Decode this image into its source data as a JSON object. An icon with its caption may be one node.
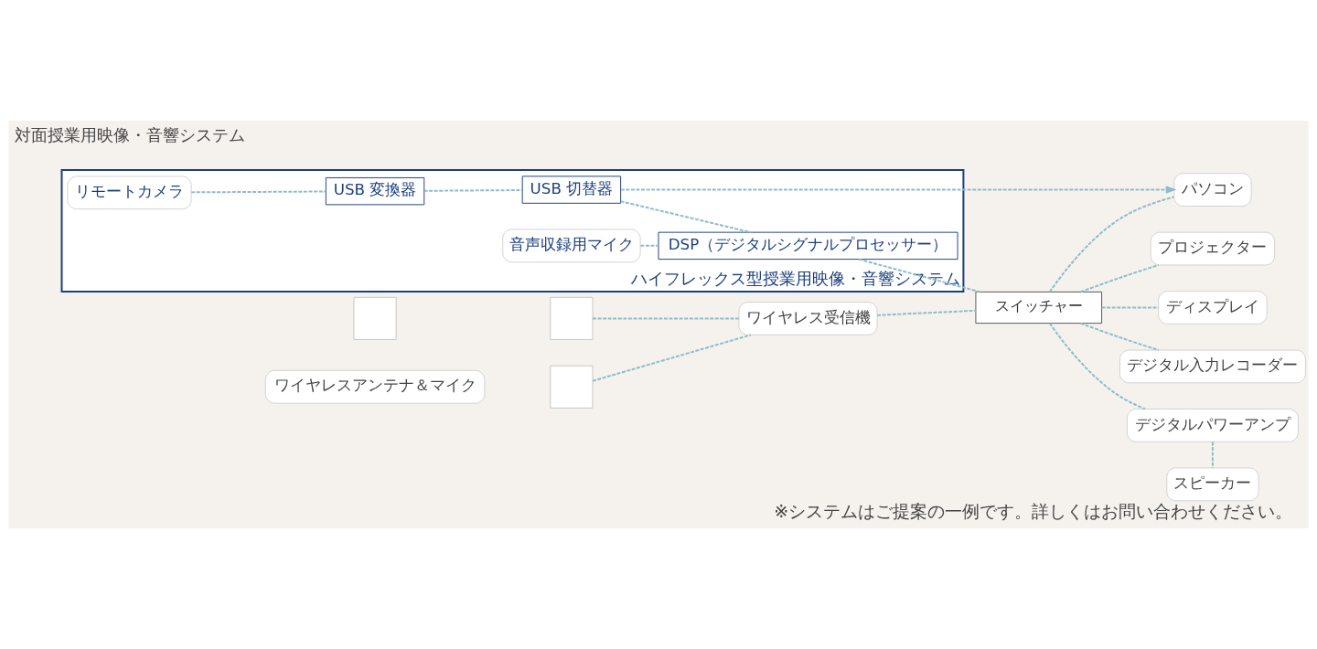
{
  "diagram": {
    "nodes": [
      {
        "text": [
          "ハイフレックス型授業用映像・音響システム"
        ]
      },
      {
        "text": [
          "リモートカメラ"
        ],
        "in": 0
      },
      {
        "text": [
          "USB 変換器"
        ],
        "in": 0
      },
      {
        "text": [
          "USB 切替器"
        ],
        "in": 0
      },
      {
        "text": [
          "音声収録用マイク"
        ],
        "in": 0
      },
      {
        "text": [
          "DSP（デジタルシグナルプロセッサー）"
        ],
        "in": 0
      },
      {
        "text": [
          "パソコン"
        ]
      },
      {
        "text": [
          "プロジェクター"
        ]
      },
      {
        "text": [],
        "shape": "box"
      },
      {
        "text": [],
        "shape": "box"
      },
      {
        "text": [
          "ワイヤレス受信機"
        ]
      },
      {
        "text": [
          "スイッチャー"
        ]
      },
      {
        "text": [
          "ディスプレイ"
        ]
      },
      {
        "text": [
          "ワイヤレスアンテナ＆マイク"
        ]
      },
      {
        "text": [],
        "shape": "box"
      },
      {
        "text": [
          "デジタル入力レコーダー"
        ]
      },
      {
        "text": [
          "デジタルパワーアンプ"
        ]
      },
      {
        "text": [
          "スピーカー"
        ]
      }
    ],
    "edges": [
      {
        "from": 1,
        "to": 2,
        "arrow": "none"
      },
      {
        "from": 2,
        "to": 3,
        "arrow": "none"
      },
      {
        "from": 3,
        "to": 5,
        "arrow": "none"
      },
      {
        "from": 4,
        "to": 5,
        "arrow": "none"
      },
      {
        "from": 3,
        "to": 6,
        "arrow": "to"
      },
      {
        "from": 5,
        "to": 11,
        "arrow": "none"
      },
      {
        "from": 11,
        "to": 6,
        "arrow": "none"
      },
      {
        "from": 9,
        "to": 10,
        "arrow": "none"
      },
      {
        "from": 14,
        "to": 10,
        "arrow": "none"
      },
      {
        "from": 10,
        "to": 11,
        "arrow": "none"
      },
      {
        "from": 11,
        "to": 15,
        "arrow": "none"
      },
      {
        "from": 11,
        "to": 16,
        "arrow": "none"
      },
      {
        "from": 16,
        "to": 17,
        "arrow": "none"
      },
      {
        "from": 11,
        "to": 7,
        "arrow": "none"
      },
      {
        "from": 11,
        "to": 12,
        "arrow": "none"
      }
    ],
    "labels": [
      "対面授業用映像・音響システム"
    ],
    "caption": "※システムはご提案の一例です。詳しくはお問い合わせください。"
  }
}
